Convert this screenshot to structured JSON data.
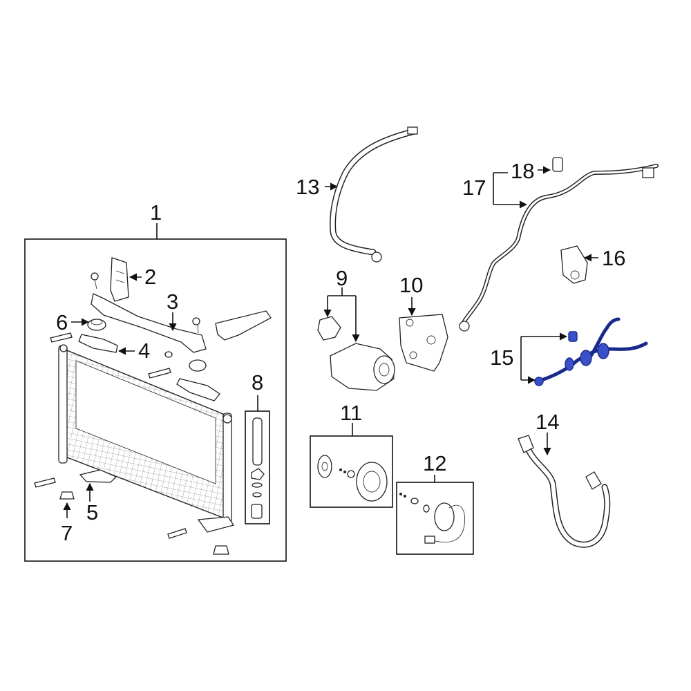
{
  "callouts": {
    "c1": "1",
    "c2": "2",
    "c3": "3",
    "c4": "4",
    "c5": "5",
    "c6": "6",
    "c7": "7",
    "c8": "8",
    "c9": "9",
    "c10": "10",
    "c11": "11",
    "c12": "12",
    "c13": "13",
    "c14": "14",
    "c15": "15",
    "c16": "16",
    "c17": "17",
    "c18": "18"
  },
  "colors": {
    "line": "#111111",
    "highlight": "#3a50c8",
    "highlight_dark": "#1a2a8c",
    "background": "#ffffff"
  }
}
